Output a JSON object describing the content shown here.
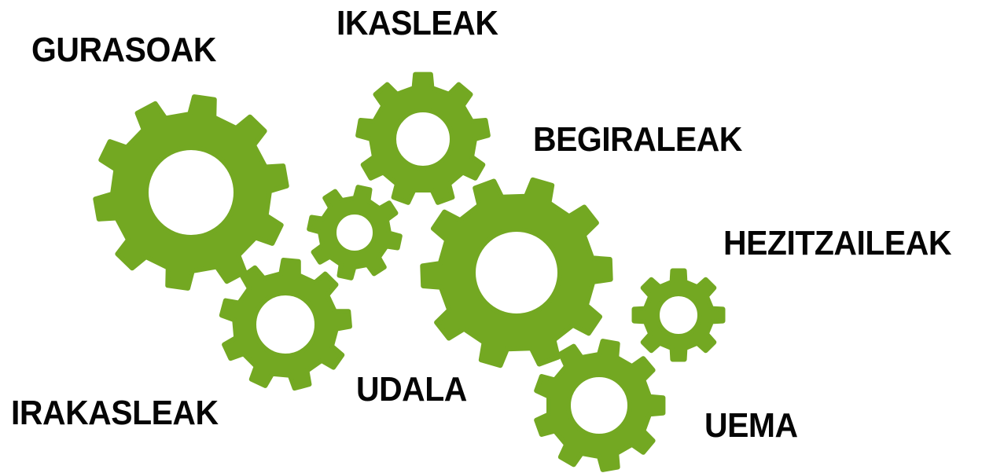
{
  "labels": {
    "gurasoak": "GURASOAK",
    "ikasleak": "IKASLEAK",
    "begiraleak": "BEGIRALEAK",
    "hezitzaileak": "HEZITZAILEAK",
    "udala": "UDALA",
    "irakasleak": "IRAKASLEAK",
    "uema": "UEMA"
  },
  "colors": {
    "gear": "#73a822",
    "text": "#050505",
    "background": "#ffffff"
  },
  "icons": {
    "gear": "gear-icon"
  }
}
